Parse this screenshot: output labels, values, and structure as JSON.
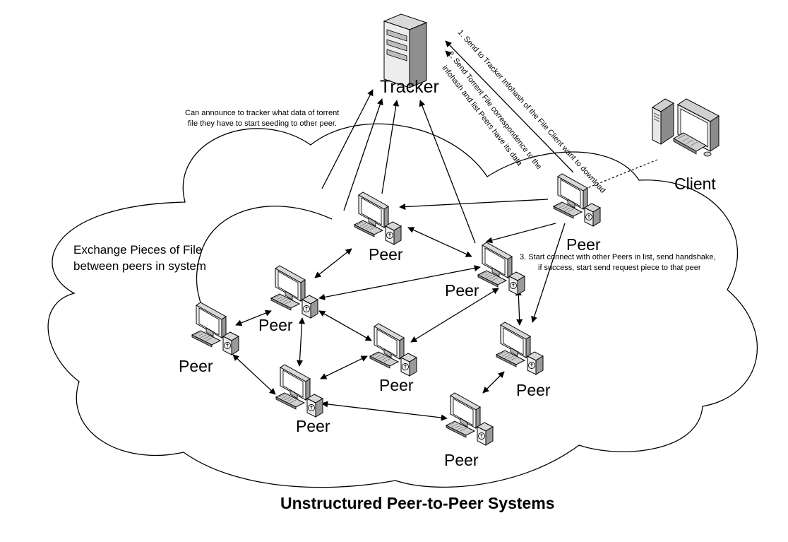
{
  "title": "Unstructured Peer-to-Peer Systems",
  "tracker": {
    "label": "Tracker"
  },
  "client": {
    "label": "Client"
  },
  "peer_label": "Peer",
  "notes": {
    "announce_line1": "Can announce to tracker what data of torrent",
    "announce_line2": "file they have to start seeding to other peer.",
    "exchange_line1": "Exchange Pieces of File",
    "exchange_line2": "between peers in system",
    "step1": "1. Send to Tracker Infohash of the File Client want to download",
    "step2_line1": "2. Send Torrent File correspondence to the",
    "step2_line2": "infohash and list Peers have its data",
    "step3_line1": "3. Start connect with other Peers in list, send handshake,",
    "step3_line2": "if success, start send request piece to that peer"
  },
  "colors": {
    "stroke": "#000000",
    "device_light": "#e6e6e6",
    "device_mid": "#b3b3b3",
    "device_dark": "#7a7a7a",
    "screen": "#ffffff"
  },
  "icons": {
    "server": "server-icon",
    "desktop": "desktop-computer-icon",
    "peer": "peer-computer-icon"
  }
}
